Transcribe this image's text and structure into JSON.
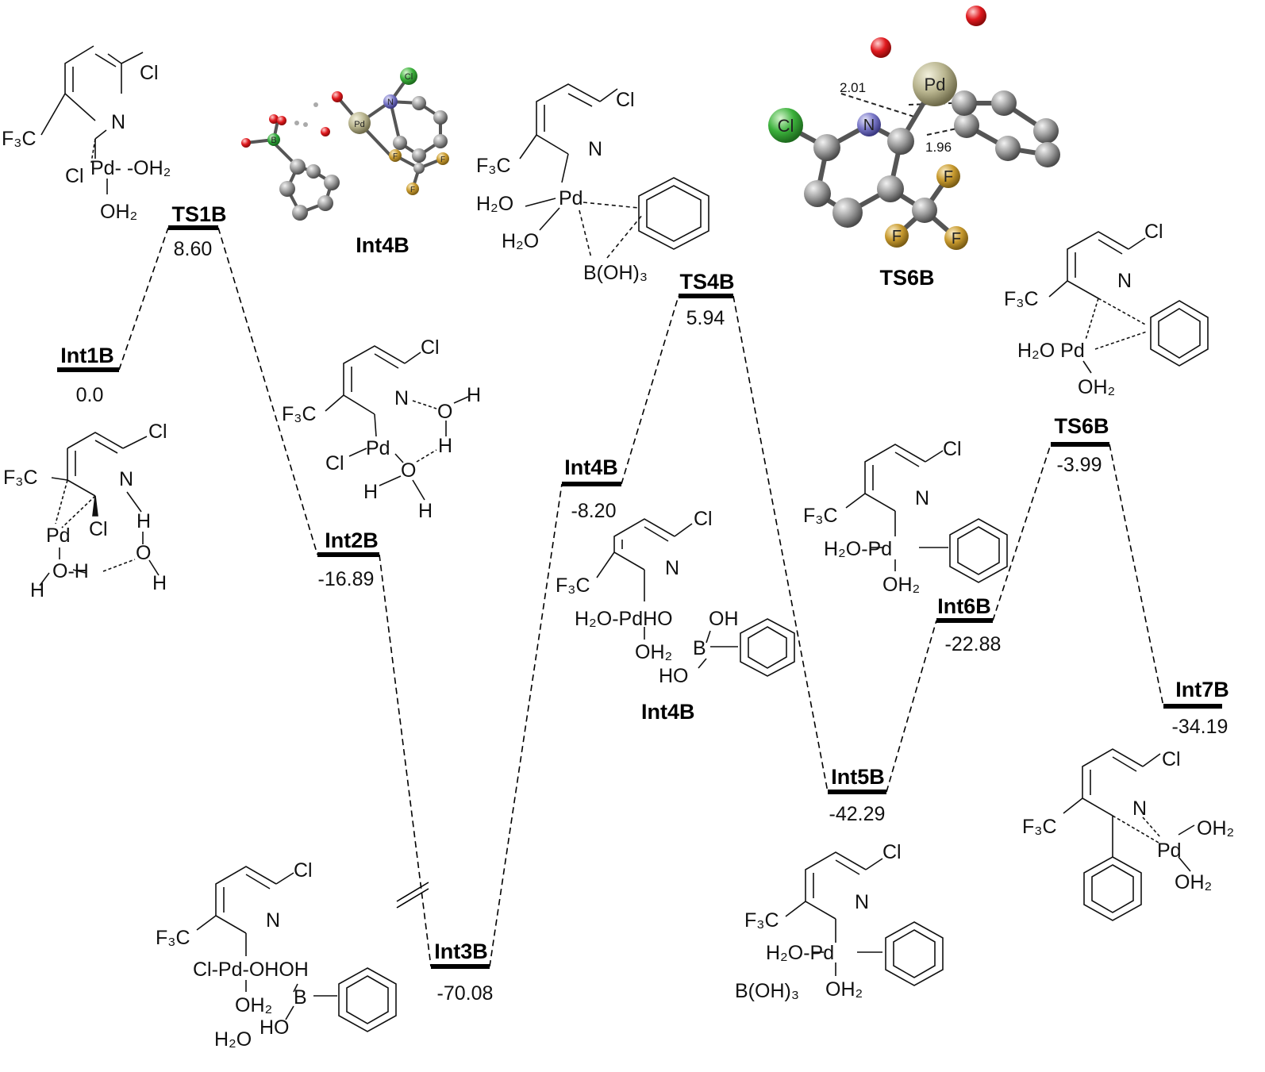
{
  "levels": [
    {
      "name": "Int1B",
      "value": "0.0"
    },
    {
      "name": "TS1B",
      "value": "8.60"
    },
    {
      "name": "Int2B",
      "value": "-16.89"
    },
    {
      "name": "Int3B",
      "value": "-70.08"
    },
    {
      "name": "Int4B",
      "value": "-8.20"
    },
    {
      "name": "TS4B",
      "value": "5.94"
    },
    {
      "name": "Int5B",
      "value": "-42.29"
    },
    {
      "name": "Int6B",
      "value": "-22.88"
    },
    {
      "name": "TS6B",
      "value": "-3.99"
    },
    {
      "name": "Int7B",
      "value": "-34.19"
    }
  ],
  "captions": {
    "int4b_3d": "Int4B",
    "ts6b_3d": "TS6B",
    "int4b_struct": "Int4B"
  },
  "distances": [
    "2.01",
    "1.96"
  ],
  "atoms": {
    "pd": "Pd",
    "cl": "Cl",
    "n": "N",
    "b": "B",
    "f": "F"
  },
  "labels": {
    "cl": "Cl",
    "n": "N",
    "f3c": "F₃C",
    "pd": "Pd",
    "oh2": "OH₂",
    "h2o": "H₂O",
    "ho": "HO",
    "oh": "OH",
    "boh3": "B(OH)₃",
    "b": "B",
    "h": "H",
    "o": "O",
    "pd_oh2": "Pd- -OH₂",
    "cl_pd": "Cl-Pd",
    "cl_pd_ohoh": "Cl-Pd-OHOH",
    "h2o_pd": "H₂O-Pd",
    "h2o_pdho": "H₂O-PdHO",
    "h2o_pd_sp": "H₂O Pd",
    "o_h": "O-H"
  },
  "colors": {
    "oxygen": "#e0191e",
    "palladium": "#b8b48e",
    "chlorine": "#3bb13b",
    "nitrogen": "#7a78c8",
    "fluorine": "#c89a2e",
    "boron": "#2ea83a",
    "carbon": "#8f8f8f"
  }
}
